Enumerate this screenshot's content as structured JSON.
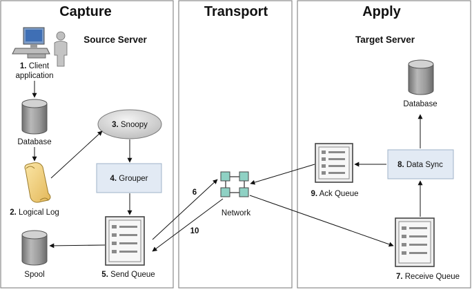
{
  "columns": {
    "capture": "Capture",
    "transport": "Transport",
    "apply": "Apply"
  },
  "servers": {
    "source": "Source Server",
    "target": "Target Server"
  },
  "nodes": {
    "client_app": {
      "num": "1.",
      "line1": "Client",
      "line2": "application"
    },
    "source_db": {
      "label": "Database"
    },
    "logical_log": {
      "num": "2.",
      "label": "Logical Log"
    },
    "snoopy": {
      "num": "3.",
      "label": "Snoopy"
    },
    "grouper": {
      "num": "4.",
      "label": "Grouper"
    },
    "send_queue": {
      "num": "5.",
      "label": "Send Queue"
    },
    "spool": {
      "label": "Spool"
    },
    "network": {
      "label": "Network"
    },
    "receive_queue": {
      "num": "7.",
      "label": "Receive Queue"
    },
    "data_sync": {
      "num": "8.",
      "label": "Data Sync"
    },
    "ack_queue": {
      "num": "9.",
      "label": "Ack Queue"
    },
    "target_db": {
      "label": "Database"
    }
  },
  "edge_labels": {
    "six": "6",
    "ten": "10"
  },
  "colors": {
    "process_fill": "#e2eaf4",
    "network_node": "#8fd1c4",
    "cylinder": "#8c8c8c"
  }
}
